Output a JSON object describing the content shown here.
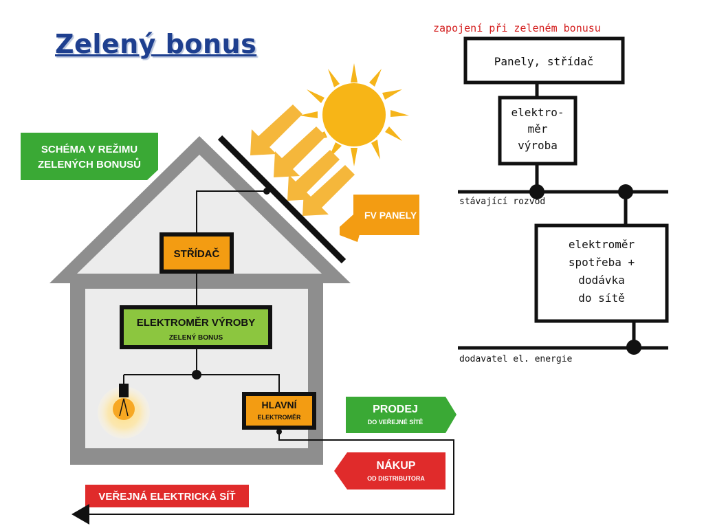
{
  "title": "Zelený bonus",
  "left_diagram": {
    "schema_label_line1": "SCHÉMA V REŽIMU",
    "schema_label_line2": "ZELENÝCH BONUSŮ",
    "panels_label": "FV PANELY",
    "inverter_label": "STŘÍDAČ",
    "production_meter_line1": "ELEKTROMĚR VÝROBY",
    "production_meter_line2": "ZELENÝ BONUS",
    "main_meter_line1": "HLAVNÍ",
    "main_meter_line2": "ELEKTROMĚR",
    "sale_line1": "PRODEJ",
    "sale_line2": "DO VEŘEJNÉ SÍTĚ",
    "purchase_line1": "NÁKUP",
    "purchase_line2": "OD DISTRIBUTORA",
    "grid_label": "VEŘEJNÁ ELEKTRICKÁ SÍŤ"
  },
  "right_diagram": {
    "heading": "zapojení při zeleném bonusu",
    "panels_box": "Panely, střídač",
    "production_meter_line1": "elektro-",
    "production_meter_line2": "měr",
    "production_meter_line3": "výroba",
    "existing_wiring": "stávající rozvod",
    "consumption_meter_line1": "elektroměr",
    "consumption_meter_line2": "spotřeba +",
    "consumption_meter_line3": "dodávka",
    "consumption_meter_line4": "do sítě",
    "supplier": "dodavatel el. energie"
  },
  "colors": {
    "title": "#1e3f8f",
    "green": "#3aa935",
    "orange": "#f39c12",
    "red": "#e02b2b",
    "house_gray": "#8e8e8e",
    "lime": "#8cc63f"
  }
}
